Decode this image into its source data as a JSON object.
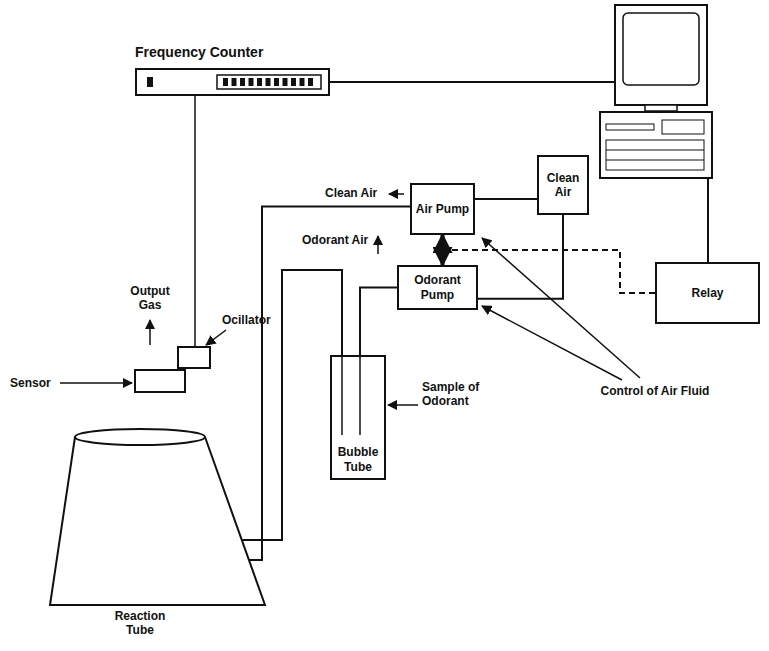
{
  "diagram": {
    "nodes": [
      {
        "text": [
          "Frequency Counter"
        ]
      },
      {
        "text": [
          "Clean Air"
        ]
      },
      {
        "text": [
          "Air Pump"
        ]
      },
      {
        "text": [
          "Relay"
        ]
      },
      {
        "text": [
          "Odorant Pump"
        ]
      },
      {
        "text": [
          "Bubble Tube"
        ]
      },
      {
        "text": [
          "Reaction Tube"
        ]
      }
    ],
    "edges": [
      {
        "from": 1,
        "to": 2,
        "arrow": "none"
      },
      {
        "from": 1,
        "to": 4,
        "arrow": "none"
      },
      {
        "from": 2,
        "to": 4,
        "arrow": "both"
      },
      {
        "from": 2,
        "to": 6,
        "arrow": "none"
      },
      {
        "from": 4,
        "to": 5,
        "arrow": "none"
      },
      {
        "from": 5,
        "to": 6,
        "arrow": "none"
      }
    ],
    "labels": [
      "Clean Air",
      "Odorant Air",
      "Output Gas",
      "Ocillator",
      "Sensor",
      "Sample of Odorant",
      "Control of Air Fluid"
    ]
  }
}
